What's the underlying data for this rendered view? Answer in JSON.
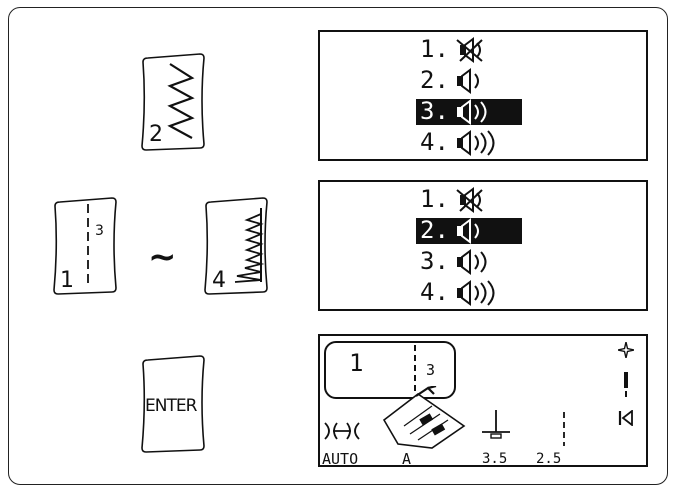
{
  "keys": {
    "zigzag_number": "2",
    "straight_number": "1",
    "straight_sub": "3",
    "overlock_number": "4",
    "range_symbol": "~",
    "enter_label": "ENTER"
  },
  "buzzer_menu_1": {
    "items": [
      {
        "label": "1.",
        "icon": "speaker-mute-icon"
      },
      {
        "label": "2.",
        "icon": "speaker-low-icon"
      },
      {
        "label": "3.",
        "icon": "speaker-medium-icon"
      },
      {
        "label": "4.",
        "icon": "speaker-high-icon"
      }
    ],
    "selected_index": 2
  },
  "buzzer_menu_2": {
    "items": [
      {
        "label": "1.",
        "icon": "speaker-mute-icon"
      },
      {
        "label": "2.",
        "icon": "speaker-low-icon"
      },
      {
        "label": "3.",
        "icon": "speaker-medium-icon"
      },
      {
        "label": "4.",
        "icon": "speaker-high-icon"
      }
    ],
    "selected_index": 1
  },
  "status_screen": {
    "pattern_number": "1",
    "pattern_sub": "3",
    "mode_label": "AUTO",
    "foot_label": "A",
    "width_value": "3.5",
    "length_value": "2.5"
  }
}
